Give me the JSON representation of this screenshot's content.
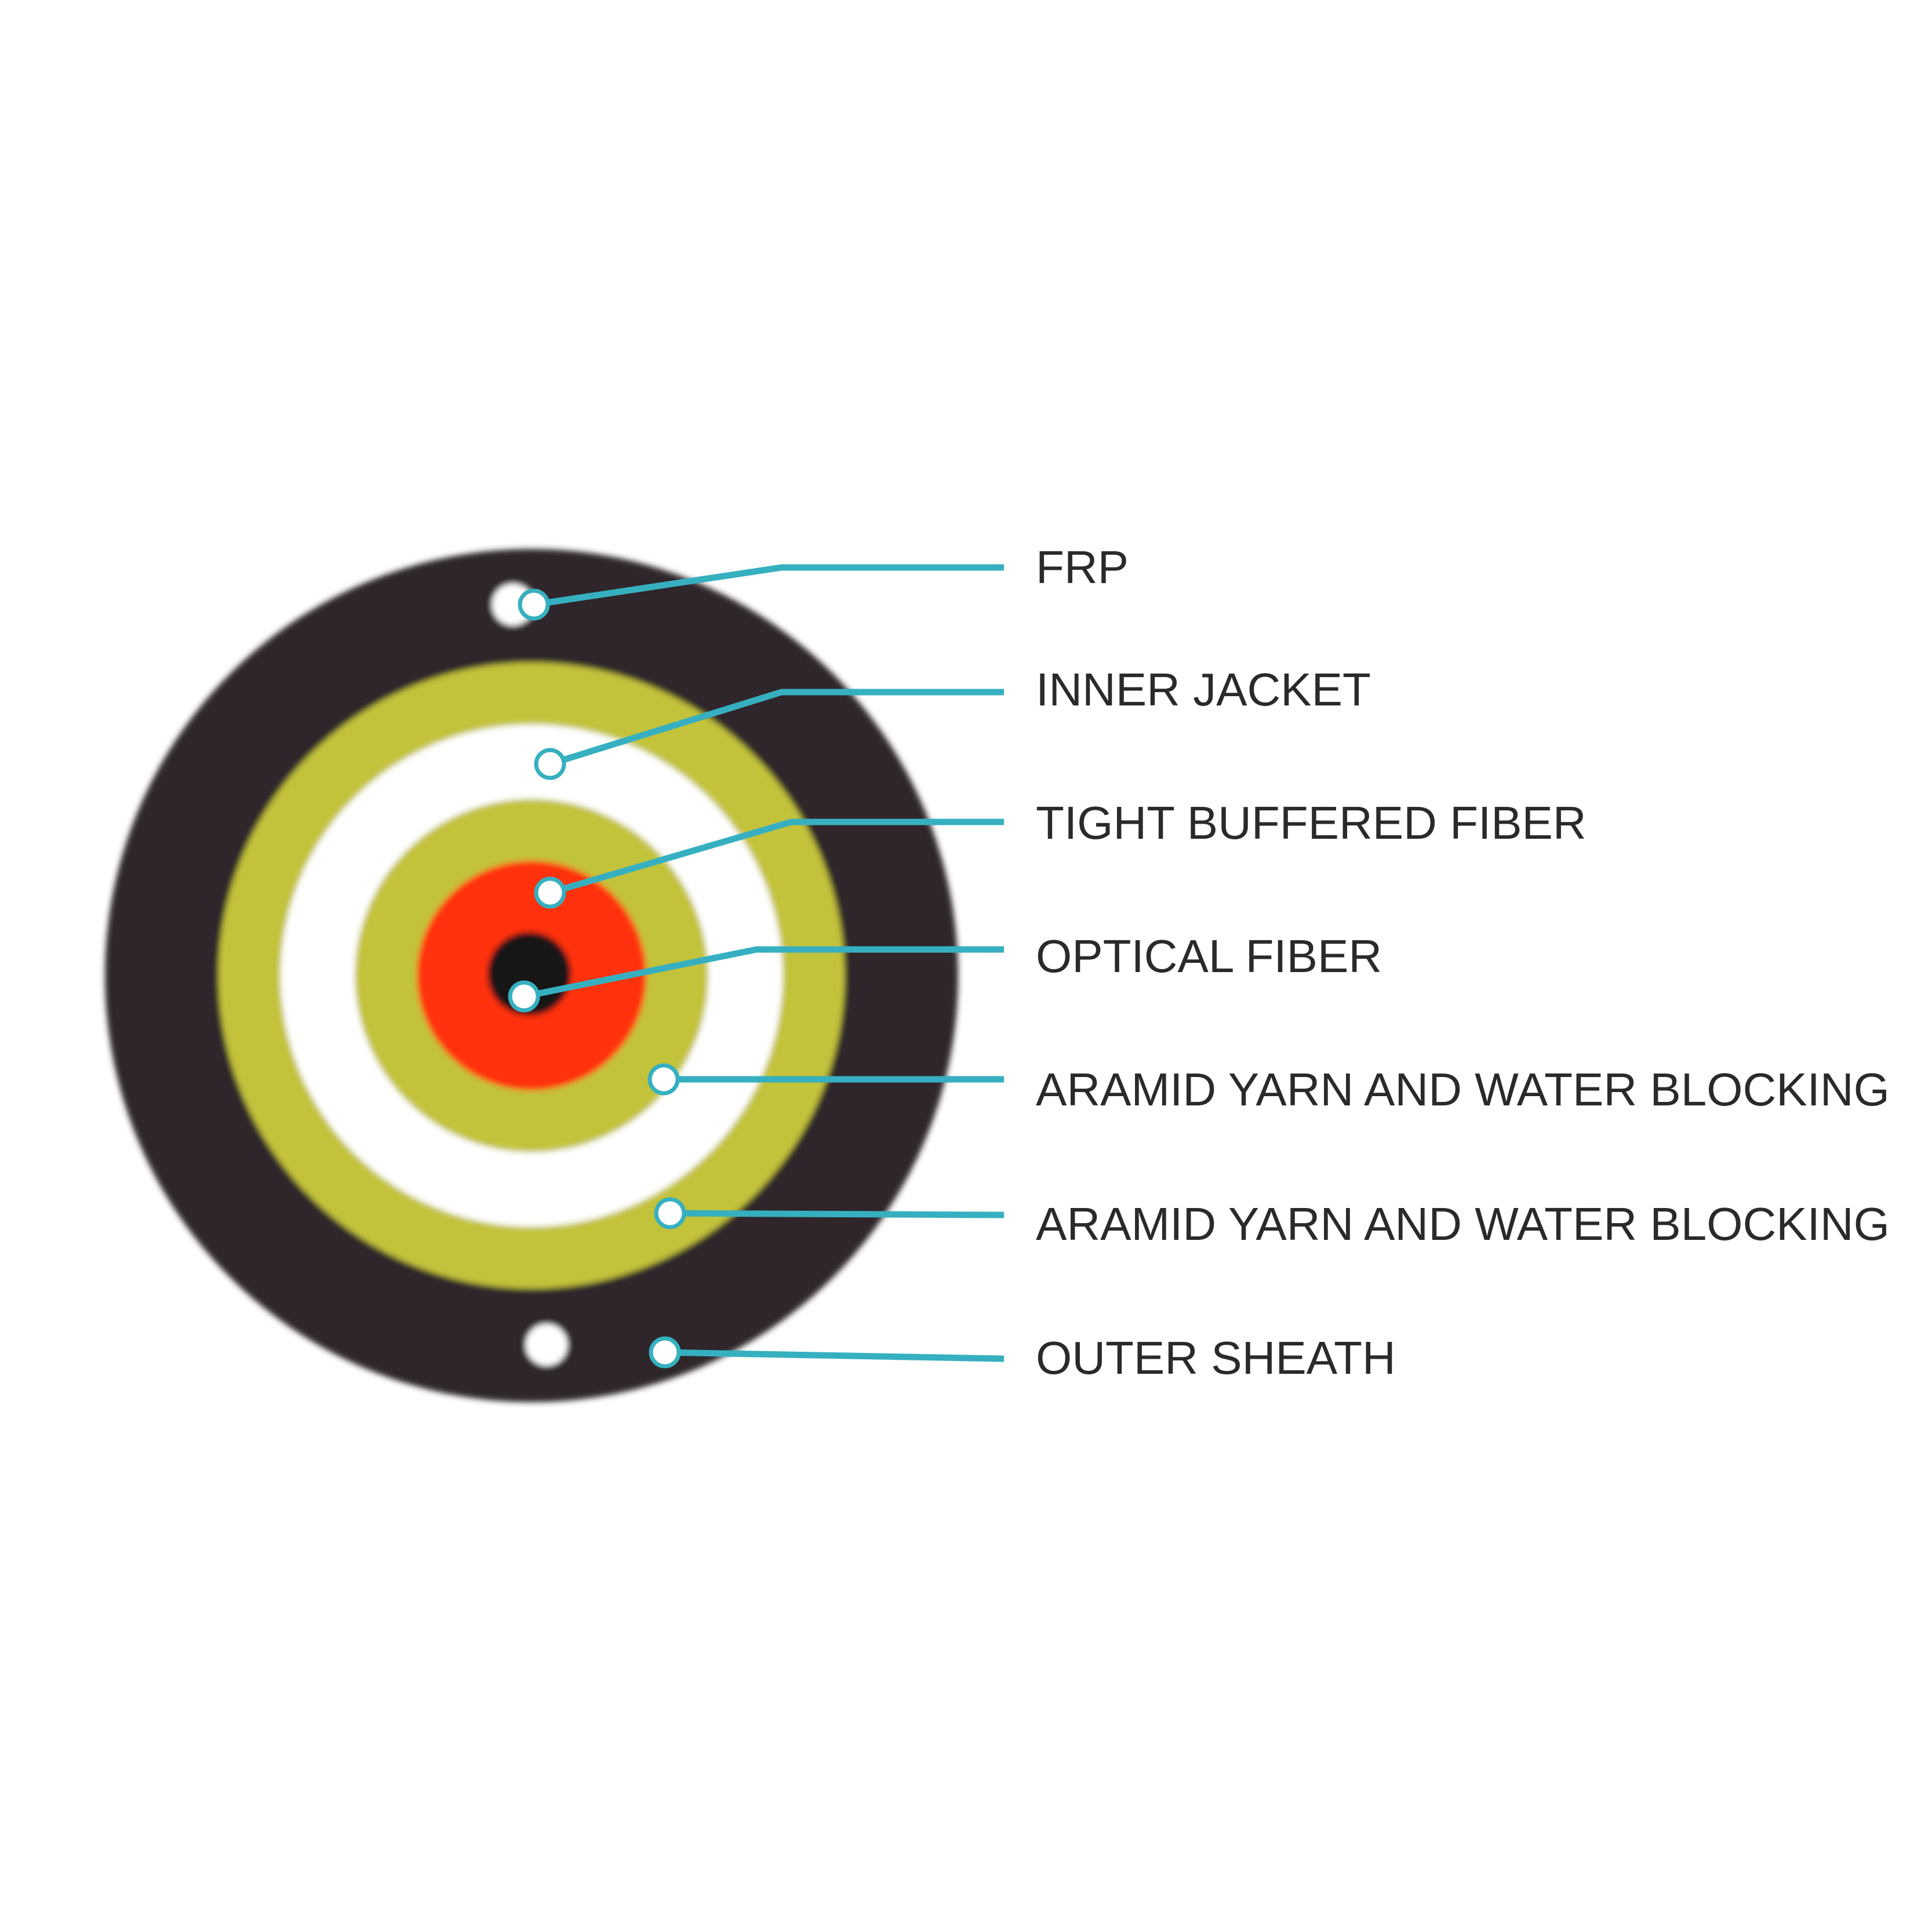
{
  "title": "Fiber optic cable cross-section",
  "colors": {
    "outer_sheath": "#2f2629",
    "aramid": "#c3c23b",
    "inner_jacket": "#ffffff",
    "buffer": "#ff3008",
    "fiber_core": "#161213",
    "leader": "#36b0c0",
    "text": "#2a2a2a"
  },
  "labels": [
    {
      "id": "frp",
      "text": "FRP"
    },
    {
      "id": "inner-jacket",
      "text": "INNER JACKET"
    },
    {
      "id": "tight-buffered-fiber",
      "text": "TIGHT BUFFERED FIBER"
    },
    {
      "id": "optical-fiber",
      "text": "OPTICAL FIBER"
    },
    {
      "id": "aramid-yarn-inner",
      "text": "ARAMID YARN AND WATER BLOCKING"
    },
    {
      "id": "aramid-yarn-outer",
      "text": "ARAMID YARN AND WATER BLOCKING"
    },
    {
      "id": "outer-sheath",
      "text": "OUTER SHEATH"
    }
  ]
}
